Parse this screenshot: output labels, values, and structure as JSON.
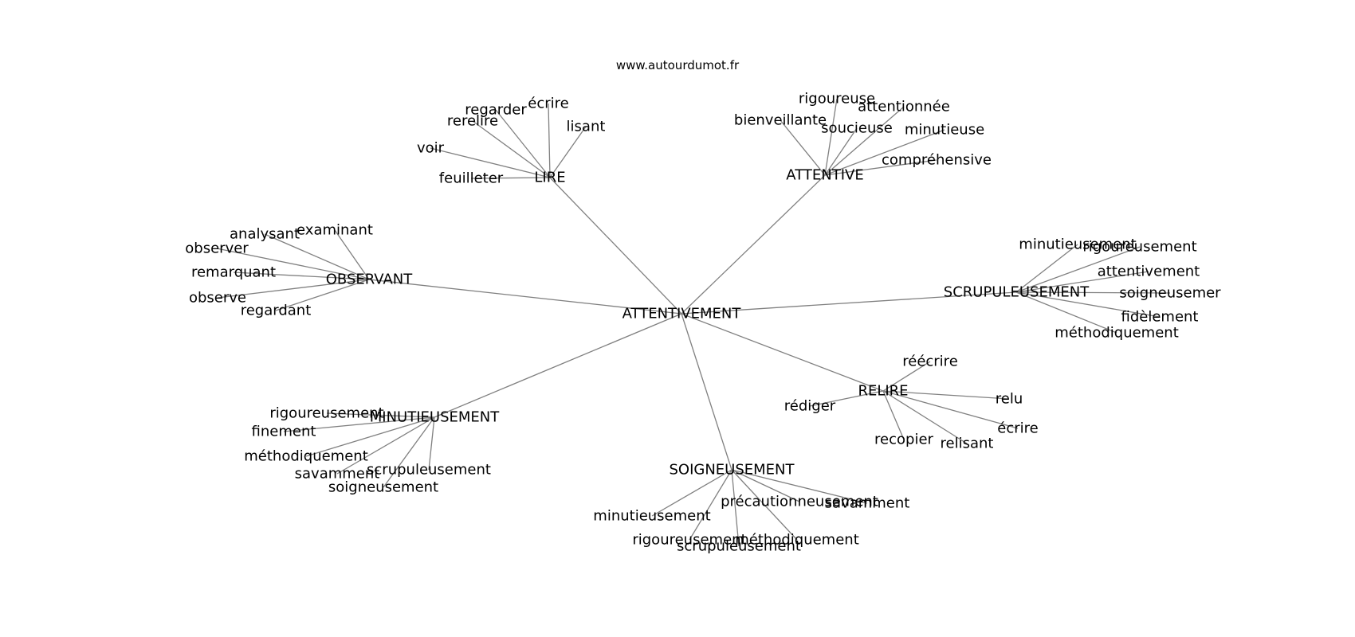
{
  "site": "www.autourdumot.fr",
  "graph": {
    "center": "ATTENTIVEMENT",
    "groups": [
      {
        "hub": "LIRE",
        "words": [
          "regarder",
          "écrire",
          "rerelire",
          "lisant",
          "voir",
          "feuilleter"
        ]
      },
      {
        "hub": "ATTENTIVE",
        "words": [
          "rigoureuse",
          "attentionnée",
          "bienveillante",
          "soucieuse",
          "minutieuse",
          "compréhensive"
        ]
      },
      {
        "hub": "OBSERVANT",
        "words": [
          "analysant",
          "examinant",
          "observer",
          "remarquant",
          "observe",
          "regardant"
        ]
      },
      {
        "hub": "SCRUPULEUSEMENT",
        "words": [
          "minutieusement",
          "rigoureusement",
          "attentivement",
          "soigneusemer",
          "fidèlement",
          "méthodiquement"
        ]
      },
      {
        "hub": "RELIRE",
        "words": [
          "réécrire",
          "rédiger",
          "relu",
          "écrire",
          "recopier",
          "relisant"
        ]
      },
      {
        "hub": "MINUTIEUSEMENT",
        "words": [
          "rigoureusement",
          "finement",
          "méthodiquement",
          "savamment",
          "scrupuleusement",
          "soigneusement"
        ]
      },
      {
        "hub": "SOIGNEUSEMENT",
        "words": [
          "précautionneusement",
          "savamment",
          "minutieusement",
          "rigoureusement",
          "méthodiquement",
          "scrupuleusement"
        ]
      }
    ]
  }
}
